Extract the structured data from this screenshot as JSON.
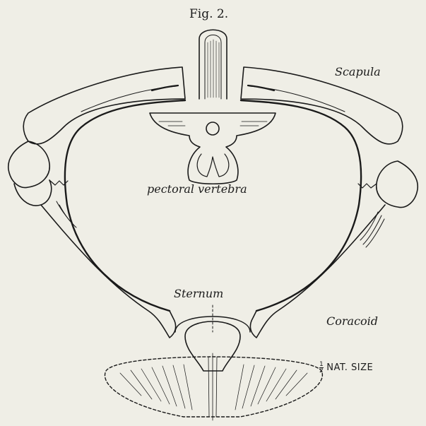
{
  "figure": {
    "title": "Fig. 2.",
    "labels": {
      "scapula": "Scapula",
      "vertebra": "pectoral vertebra",
      "sternum": "Sternum",
      "coracoid": "Coracoid"
    },
    "scale": {
      "numerator": "1",
      "denominator": "2",
      "text": "NAT. SIZE"
    }
  }
}
